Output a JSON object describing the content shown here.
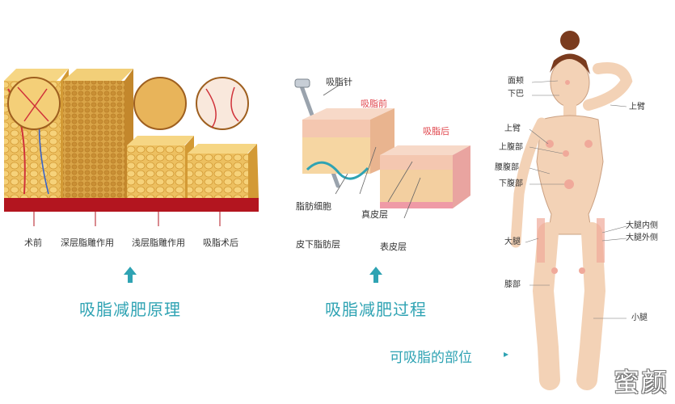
{
  "panel_principle": {
    "stages": [
      "术前",
      "深层脂雕作用",
      "浅层脂雕作用",
      "吸脂术后"
    ],
    "caption": "吸脂减肥原理"
  },
  "panel_process": {
    "labels": {
      "cannula": "吸脂针",
      "before": "吸脂前",
      "after": "吸脂后",
      "fat_cell": "脂肪细胞",
      "dermis": "真皮层",
      "subcutaneous": "皮下脂肪层",
      "epidermis": "表皮层"
    },
    "caption": "吸脂减肥过程"
  },
  "panel_body": {
    "caption": "可吸脂的部位",
    "caption_arrow": "▸",
    "left_labels": [
      "面颊",
      "下巴",
      "上臂",
      "上腹部",
      "腰腹部",
      "下腹部",
      "大腿",
      "膝部"
    ],
    "right_labels": [
      "上臂",
      "大腿内侧",
      "大腿外侧",
      "小腿"
    ]
  },
  "watermark": "蜜颜",
  "colors": {
    "accent": "#2fa3b3",
    "label_red": "#e0464c",
    "fat_yellow": "#e9b24a",
    "skin": "#f3d2b6",
    "base_red": "#b3151f"
  }
}
